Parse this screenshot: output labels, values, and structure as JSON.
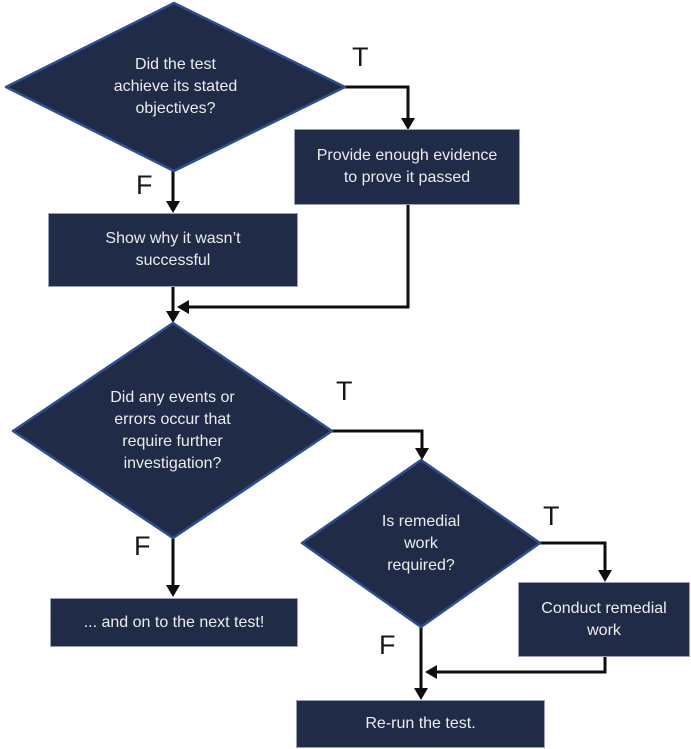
{
  "diagram_type": "flowchart",
  "colors": {
    "node_fill": "#202b47",
    "diamond_border": "#2f4f8f",
    "box_border": "#9aa1b4",
    "node_text": "#ececec",
    "connector": "#0e0e0e",
    "edge_label_text": "#181818",
    "background": "#ffffff"
  },
  "nodes": {
    "decision1": {
      "type": "decision",
      "label": "Did the test\nachieve its stated\nobjectives?"
    },
    "box_evidence": {
      "type": "process",
      "label": "Provide enough evidence\nto prove it passed"
    },
    "box_show_why": {
      "type": "process",
      "label": "Show why it wasn’t\nsuccessful"
    },
    "decision2": {
      "type": "decision",
      "label": "Did any events or\nerrors occur that\nrequire further\ninvestigation?"
    },
    "box_next_test": {
      "type": "process",
      "label": "... and on to the next test!"
    },
    "decision3": {
      "type": "decision",
      "label": "Is remedial\nwork\nrequired?"
    },
    "box_remedial": {
      "type": "process",
      "label": "Conduct remedial\nwork"
    },
    "box_rerun": {
      "type": "process",
      "label": "Re-run the test."
    }
  },
  "edges": [
    {
      "from": "decision1",
      "to": "box_evidence",
      "label": "T"
    },
    {
      "from": "decision1",
      "to": "box_show_why",
      "label": "F"
    },
    {
      "from": "box_evidence",
      "to": "decision2",
      "label": ""
    },
    {
      "from": "box_show_why",
      "to": "decision2",
      "label": ""
    },
    {
      "from": "decision2",
      "to": "decision3",
      "label": "T"
    },
    {
      "from": "decision2",
      "to": "box_next_test",
      "label": "F"
    },
    {
      "from": "decision3",
      "to": "box_remedial",
      "label": "T"
    },
    {
      "from": "decision3",
      "to": "box_rerun",
      "label": "F"
    },
    {
      "from": "box_remedial",
      "to": "box_rerun",
      "label": ""
    }
  ]
}
